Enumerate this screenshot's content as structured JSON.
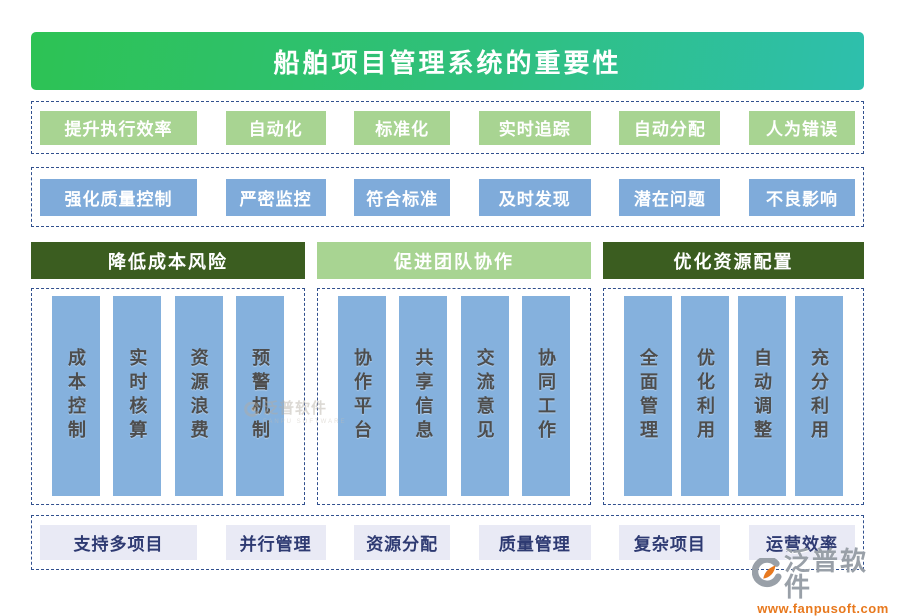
{
  "title": "船舶项目管理系统的重要性",
  "row_efficiency": {
    "items": [
      "提升执行效率",
      "自动化",
      "标准化",
      "实时追踪",
      "自动分配",
      "人为错误"
    ]
  },
  "row_quality": {
    "items": [
      "强化质量控制",
      "严密监控",
      "符合标准",
      "及时发现",
      "潜在问题",
      "不良影响"
    ]
  },
  "sections": [
    {
      "title": "降低成本风险",
      "bars": [
        "成本控制",
        "实时核算",
        "资源浪费",
        "预警机制"
      ]
    },
    {
      "title": "促进团队协作",
      "bars": [
        "协作平台",
        "共享信息",
        "交流意见",
        "协同工作"
      ]
    },
    {
      "title": "优化资源配置",
      "bars": [
        "全面管理",
        "优化利用",
        "自动调整",
        "充分利用"
      ]
    }
  ],
  "row_bottom": {
    "items": [
      "支持多项目",
      "并行管理",
      "资源分配",
      "质量管理",
      "复杂项目",
      "运营效率"
    ]
  },
  "watermark": {
    "name": "泛普软件",
    "sub": "FANPU SOFTWARE"
  },
  "brand": {
    "name": "泛普软件",
    "url": "www.fanpusoft.com"
  },
  "colors": {
    "banner_gradient_left": "#2dc254",
    "banner_gradient_right": "#2ebfad",
    "chip_green": "#a8d492",
    "chip_blue": "#7fabda",
    "section_dark_green": "#3b5d20",
    "section_light_green": "#a8d492",
    "pillar_blue": "#85b1dd",
    "pillar_text": "#4d4d4d",
    "bottom_chip_bg": "#e9eaf5",
    "bottom_chip_text": "#2e3a72",
    "dashed_border": "#31508e",
    "brand_gray": "#99a0a8",
    "brand_orange": "#e8791e"
  }
}
